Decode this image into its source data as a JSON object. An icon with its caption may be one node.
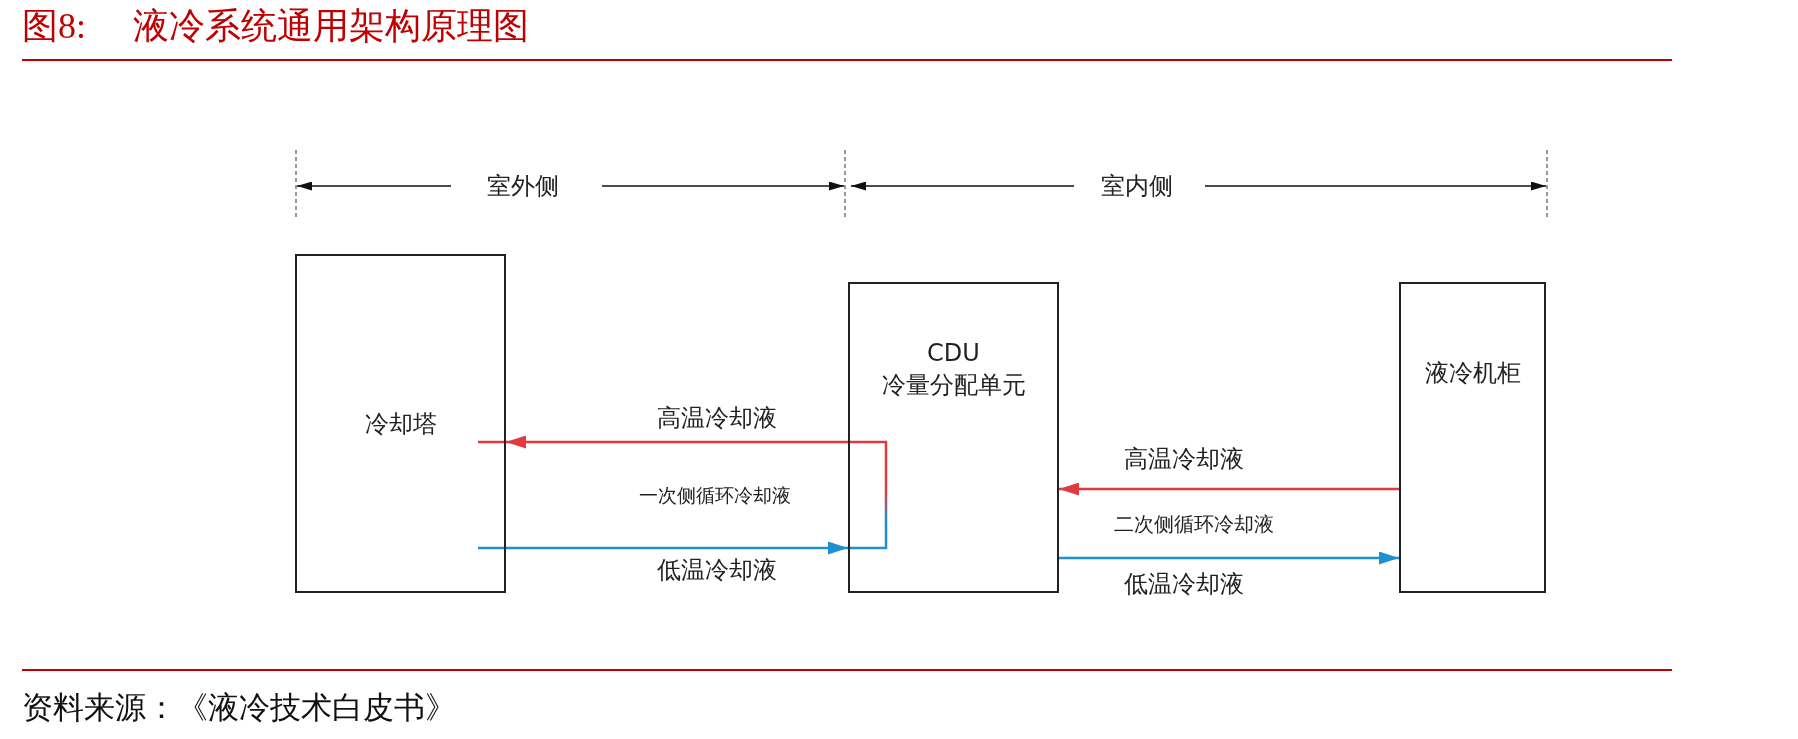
{
  "diagram": {
    "title": "图8: 液冷系统通用架构原理图",
    "caption": "资料来源：《液冷技术白皮书》",
    "nodes": [
      {
        "text": [
          "冷却塔"
        ]
      },
      {
        "text": [
          "CDU",
          "冷量分配单元"
        ]
      },
      {
        "text": [
          "液冷机柜"
        ]
      }
    ],
    "edges": [
      {
        "from": 1,
        "to": 0,
        "arrow": "to",
        "label": "高温冷却液",
        "color": "#e23b3f"
      },
      {
        "from": 0,
        "to": 1,
        "arrow": "to",
        "label": "低温冷却液",
        "color": "#1e8fd0"
      },
      {
        "from": 2,
        "to": 1,
        "arrow": "to",
        "label": "高温冷却液",
        "color": "#e23b3f"
      },
      {
        "from": 1,
        "to": 2,
        "arrow": "to",
        "label": "低温冷却液",
        "color": "#1e8fd0"
      }
    ],
    "labels": [
      "室外侧",
      "室内侧",
      "一次侧循环冷却液",
      "二次侧循环冷却液"
    ]
  }
}
